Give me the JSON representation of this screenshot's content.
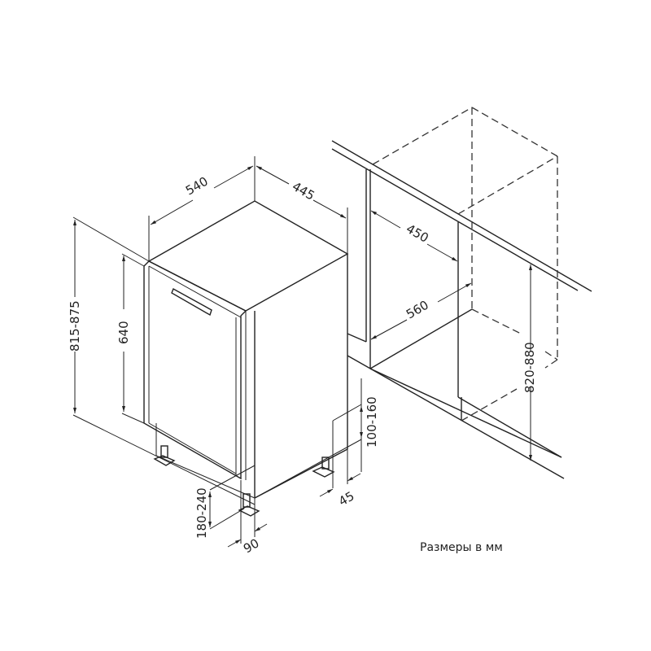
{
  "dimensions": {
    "width": "540",
    "depth": "445",
    "total_height": "815-875",
    "door_height": "640",
    "plinth_height": "180-240",
    "plinth_offset": "90",
    "feet_recess": "45",
    "leg_adjust": "100-160",
    "niche_depth_min": "450",
    "niche_depth": "560",
    "niche_height": "820-880"
  },
  "caption": "Размеры в мм"
}
